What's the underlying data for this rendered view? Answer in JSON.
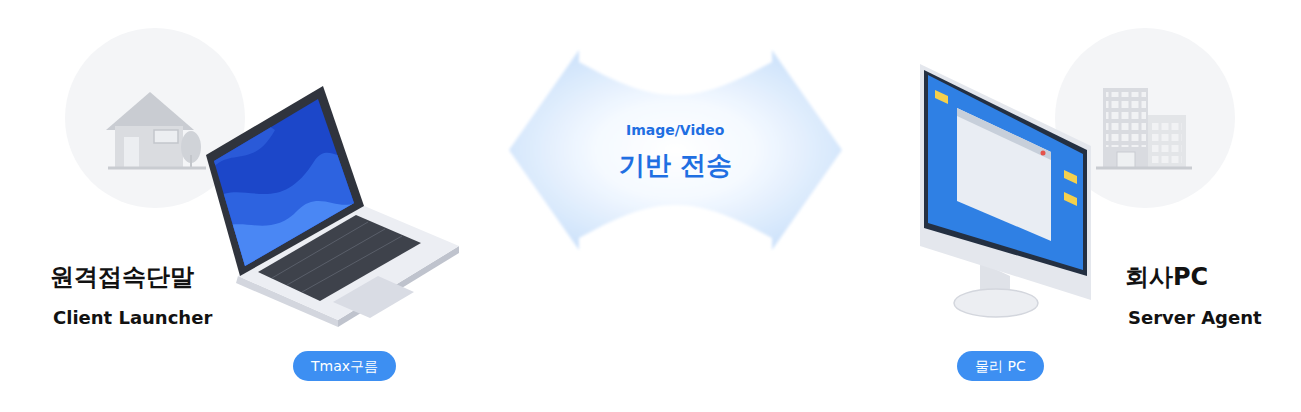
{
  "diagram": {
    "nodes": [
      {
        "text": [
          "원격접속단말",
          "Client Launcher"
        ]
      },
      {
        "text": [
          "Tmax구름"
        ]
      },
      {
        "text": [
          "회사PC",
          "Server Agent"
        ]
      },
      {
        "text": [
          "물리 PC"
        ]
      }
    ],
    "edges": [
      {
        "from": 0,
        "to": 2,
        "arrow": "both",
        "label": "기반 전송"
      }
    ],
    "labels": [
      "Image/Video"
    ]
  }
}
